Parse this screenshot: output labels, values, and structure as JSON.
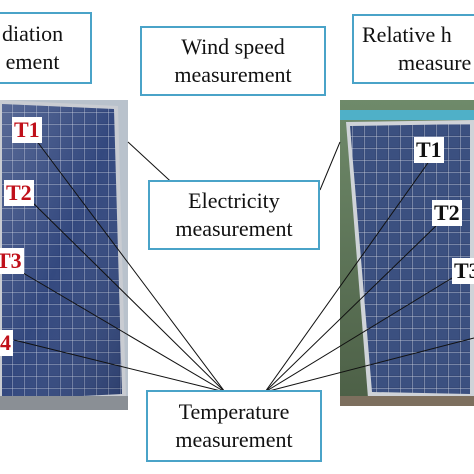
{
  "boxes": {
    "radiation": {
      "line1": "diation",
      "line2": "ement"
    },
    "wind": {
      "line1": "Wind speed",
      "line2": "measurement"
    },
    "humidity": {
      "line1": "Relative h",
      "line2": "measure"
    },
    "electricity": {
      "line1": "Electricity",
      "line2": "measurement"
    },
    "temperature": {
      "line1": "Temperature",
      "line2": "measurement"
    }
  },
  "left_panel_labels": [
    "T1",
    "T2",
    "T3",
    "4"
  ],
  "right_panel_labels": [
    "T1",
    "T2",
    "T3"
  ],
  "colors": {
    "box_border": "#4aa3c8",
    "left_label": "#c0101a",
    "right_label": "#111111",
    "panel_cell": "#2c3f74",
    "panel_frame": "#c9ccd2"
  }
}
